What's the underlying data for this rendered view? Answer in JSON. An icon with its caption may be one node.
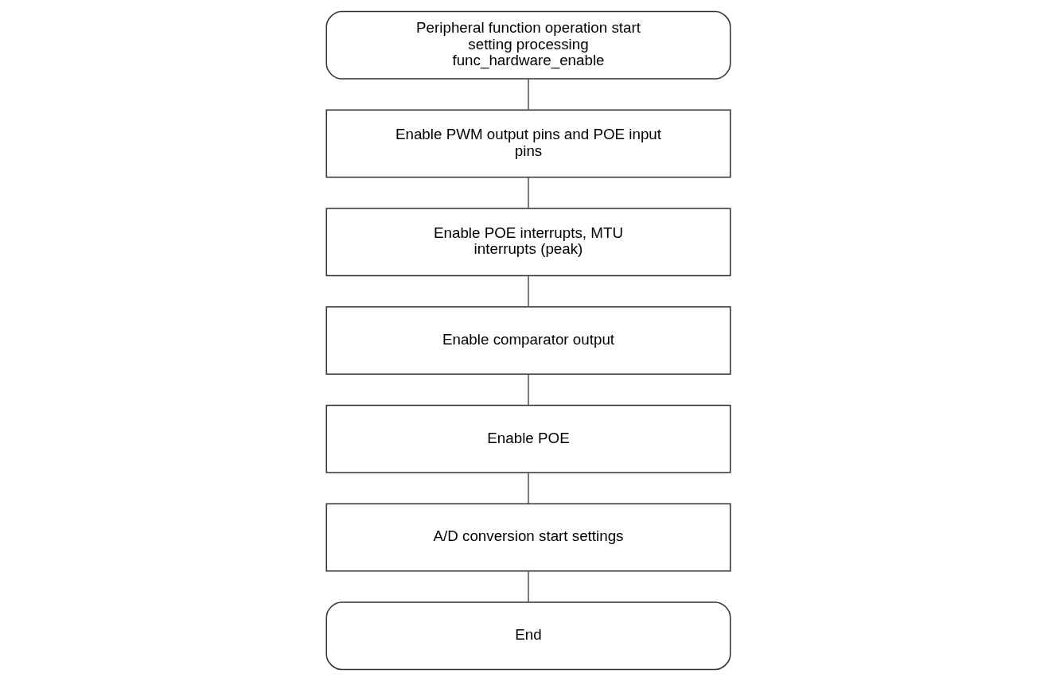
{
  "diagram": {
    "nodes": [
      {
        "text": [
          "Peripheral function operation start setting processing func_hardware_enable"
        ]
      },
      {
        "text": [
          "Enable PWM output pins and POE input pins"
        ]
      },
      {
        "text": [
          "Enable POE interrupts, MTU interrupts (peak)"
        ]
      },
      {
        "text": [
          "Enable comparator output"
        ]
      },
      {
        "text": [
          "Enable POE"
        ]
      },
      {
        "text": [
          "A/D conversion start settings"
        ]
      },
      {
        "text": [
          "End"
        ]
      }
    ],
    "edges": [
      {
        "from": 0,
        "to": 1,
        "arrow": "none"
      },
      {
        "from": 1,
        "to": 2,
        "arrow": "none"
      },
      {
        "from": 2,
        "to": 3,
        "arrow": "none"
      },
      {
        "from": 3,
        "to": 4,
        "arrow": "none"
      },
      {
        "from": 4,
        "to": 5,
        "arrow": "none"
      },
      {
        "from": 5,
        "to": 6,
        "arrow": "none"
      }
    ]
  }
}
